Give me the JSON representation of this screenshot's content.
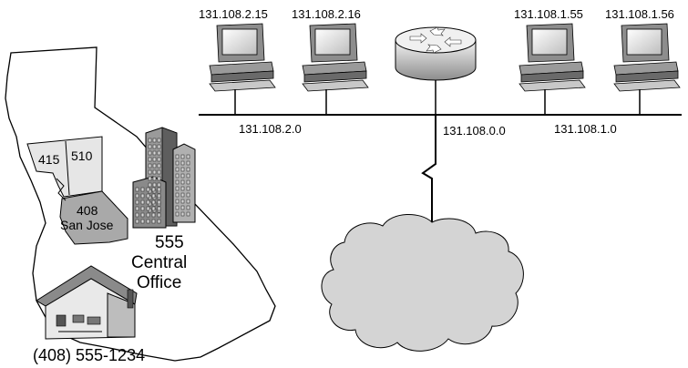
{
  "hosts": {
    "h1": "131.108.2.15",
    "h2": "131.108.2.16",
    "h3": "131.108.1.55",
    "h4": "131.108.1.56"
  },
  "networks": {
    "left": "131.108.2.0",
    "center": "131.108.0.0",
    "right": "131.108.1.0"
  },
  "map": {
    "area_415": "415",
    "area_510": "510",
    "area_408": "408",
    "area_408_city": "San Jose",
    "office_num": "555",
    "office_line1": "Central",
    "office_line2": "Office",
    "phone": "(408) 555-1234"
  },
  "colors": {
    "ink": "#000000",
    "light_gray": "#e6e6e6",
    "mid_gray": "#a9a9a9",
    "cloud": "#d4d4d4"
  }
}
